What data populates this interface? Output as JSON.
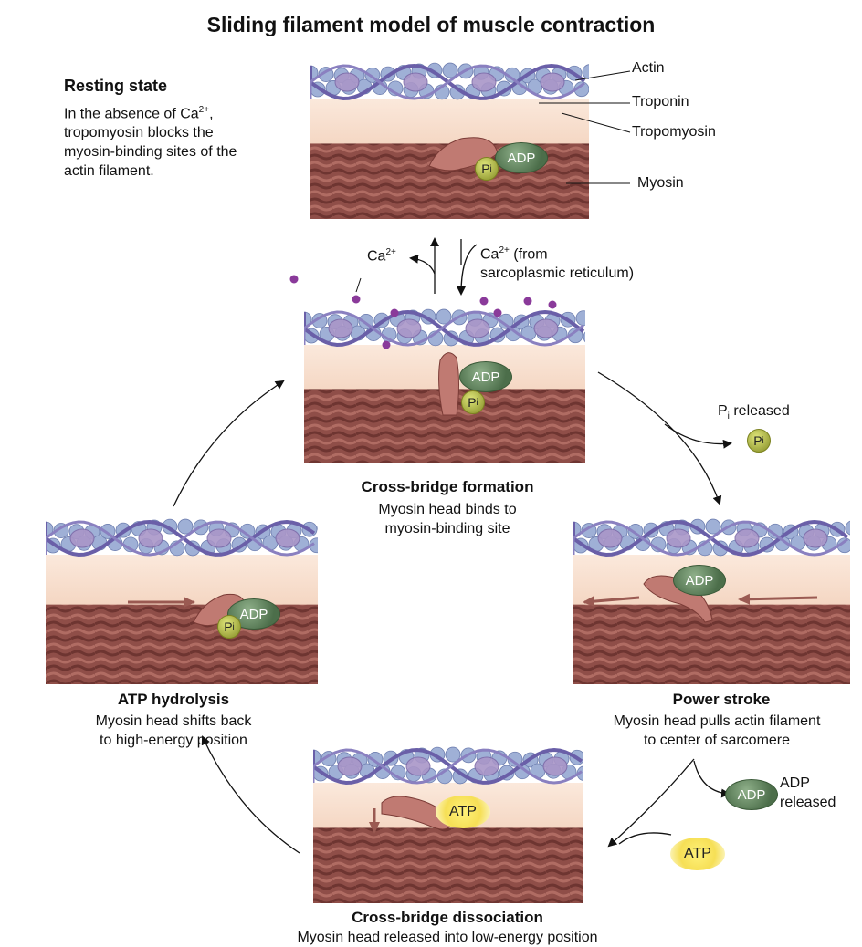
{
  "title": "Sliding filament model of muscle contraction",
  "resting_state": {
    "heading": "Resting state",
    "line1_pre": "In the absence of Ca",
    "line1_sup": "2+",
    "line1_post": ",",
    "line2": "tropomyosin blocks the",
    "line3": "myosin-binding sites of the",
    "line4": "actin filament."
  },
  "labels": {
    "actin": "Actin",
    "troponin": "Troponin",
    "tropomyosin": "Tropomyosin",
    "myosin": "Myosin"
  },
  "calcium": {
    "out_base": "Ca",
    "out_sup": "2+",
    "in_base": "Ca",
    "in_sup": "2+",
    "in_note": " (from",
    "in_note2": "sarcoplasmic reticulum)"
  },
  "molecules": {
    "adp": "ADP",
    "pi_base": "P",
    "pi_sub": "i",
    "atp": "ATP"
  },
  "pi_released": {
    "base": "P",
    "sub": "i",
    "text": " released"
  },
  "adp_released": {
    "line1": "ADP",
    "line2": "released"
  },
  "stages": {
    "cross_bridge_formation": {
      "title": "Cross-bridge formation",
      "line1": "Myosin head binds to",
      "line2": "myosin-binding site"
    },
    "power_stroke": {
      "title": "Power stroke",
      "line1": "Myosin head pulls actin filament",
      "line2": "to center of sarcomere"
    },
    "cross_bridge_dissociation": {
      "title": "Cross-bridge dissociation",
      "line1": "Myosin head released into low-energy position"
    },
    "atp_hydrolysis": {
      "title": "ATP hydrolysis",
      "line1": "Myosin head shifts back",
      "line2": "to high-energy position"
    }
  },
  "colors": {
    "actin_bead": "#9fb0d6",
    "tropomyosin": "#6a5fa8",
    "troponin": "#a996c8",
    "myosin": "#8c4a45",
    "myosin_head": "#c07a72",
    "gap": "#f7dcc8",
    "calcium": "#8a3a9a"
  }
}
